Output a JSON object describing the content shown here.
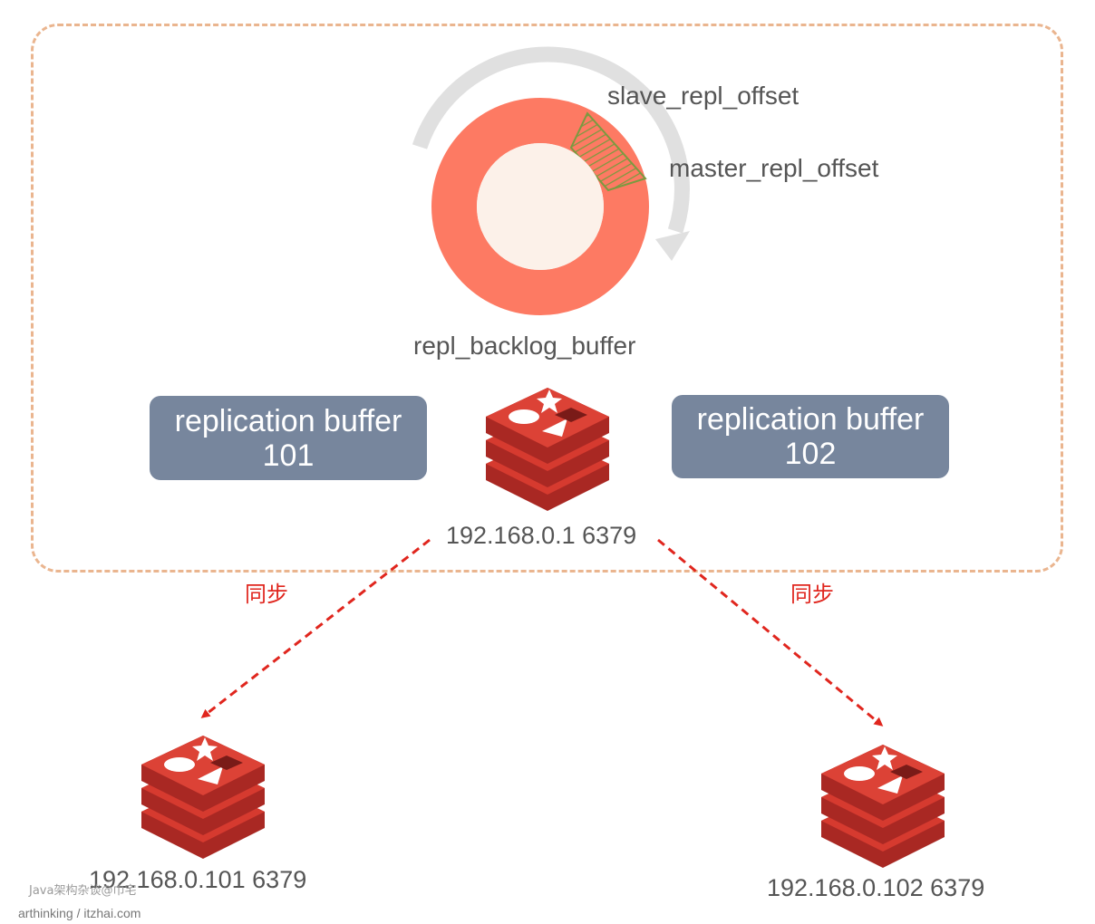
{
  "ring": {
    "slave_offset_label": "slave_repl_offset",
    "master_offset_label": "master_repl_offset",
    "buffer_label": "repl_backlog_buffer"
  },
  "replication_buffers": [
    {
      "line1": "replication buffer",
      "line2": "101"
    },
    {
      "line1": "replication buffer",
      "line2": "102"
    }
  ],
  "master": {
    "address": "192.168.0.1 6379"
  },
  "sync_labels": [
    "同步",
    "同步"
  ],
  "slaves": [
    {
      "address": "192.168.0.101 6379"
    },
    {
      "address": "192.168.0.102 6379"
    }
  ],
  "watermark": {
    "line1": "Java架构杂谈@巾宅",
    "line2": "arthinking / itzhai.com"
  },
  "colors": {
    "frame_border": "#eab58f",
    "ring": "#fd7a63",
    "ring_inner": "#fcf1e9",
    "arc": "#e0e0e0",
    "hatch": "#7a9a40",
    "buffer_box": "#77869d",
    "sync_arrow": "#e0261e",
    "redis_red": "#d63a2f"
  },
  "icons": [
    "redis-logo-icon",
    "rotation-arrow-icon"
  ]
}
